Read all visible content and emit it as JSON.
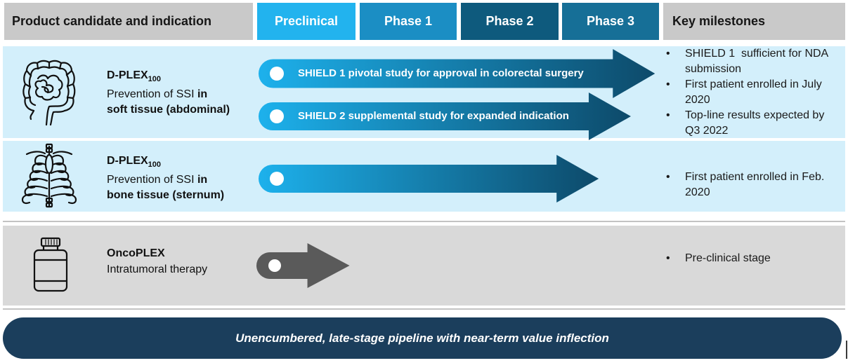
{
  "header": {
    "product_label": "Product candidate and indication",
    "phases": [
      "Preclinical",
      "Phase 1",
      "Phase 2",
      "Phase 3"
    ],
    "milestones_label": "Key milestones"
  },
  "rows": [
    {
      "icon": "intestines-icon",
      "name": "D-PLEX",
      "name_subscript": "100",
      "description": [
        "Prevention of SSI ",
        "in",
        "soft tissue (abdominal)"
      ],
      "programs": [
        {
          "label": "SHIELD 1 pivotal study for approval in colorectal surgery",
          "progress": 0.99
        },
        {
          "label": "SHIELD 2 supplemental study for expanded indication",
          "progress": 0.93
        }
      ],
      "milestones": [
        "SHIELD 1  sufficient for NDA submission",
        "First patient enrolled in July 2020",
        "Top-line results expected by Q3 2022"
      ]
    },
    {
      "icon": "ribcage-icon",
      "name": "D-PLEX",
      "name_subscript": "100",
      "description": [
        "Prevention of SSI ",
        "in",
        "bone tissue (sternum)"
      ],
      "programs": [
        {
          "progress": 0.85
        }
      ],
      "milestones": [
        "First patient enrolled in Feb. 2020"
      ]
    },
    {
      "icon": "bottle-icon",
      "name": "OncoPLEX",
      "description": [
        "Intratumoral therapy"
      ],
      "programs": [
        {
          "progress": 0.23
        }
      ],
      "milestones": [
        "Pre-clinical stage"
      ]
    }
  ],
  "banner": "Unencumbered, late-stage pipeline with near-term value inflection",
  "colors": {
    "header_gray": "#c9c9c9",
    "preclinical": "#22b3ee",
    "phase_1": "#1b8ec4",
    "phase_2": "#0e5a7d",
    "phase_3": "#166f97",
    "row_blue": "#d3effb",
    "row_gray": "#d9d9d9",
    "arrow_start": "#1db1ec",
    "arrow_end": "#0d4a6a",
    "arrow_gray": "#5a5a5a",
    "banner": "#1b3e5c"
  }
}
